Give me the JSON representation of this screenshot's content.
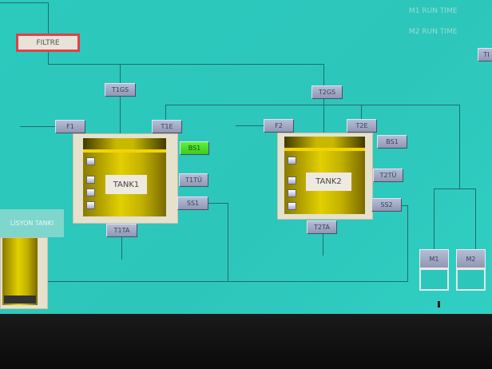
{
  "filter_label": "FILTRE",
  "runtime": {
    "m1": "M1 RUN TIME",
    "m2": "M2 RUN TIME",
    "partial_button": "TI"
  },
  "tank1": {
    "name": "TANK1",
    "tags": {
      "gs": "T1GS",
      "f": "F1",
      "e": "T1E",
      "bs": "BS1",
      "tu": "T1TÜ",
      "ss": "SS1",
      "ta": "T1TA"
    },
    "bs_color": "#4fe02c"
  },
  "tank2": {
    "name": "TANK2",
    "tags": {
      "gs": "T2GS",
      "f": "F2",
      "e": "T2E",
      "bs": "BS1",
      "tu": "T2TÜ",
      "ss": "SS2",
      "ta": "T2TA"
    }
  },
  "side_tank_label": "LİSYON TANKI",
  "motors": [
    {
      "label": "M1"
    },
    {
      "label": "M2"
    }
  ]
}
